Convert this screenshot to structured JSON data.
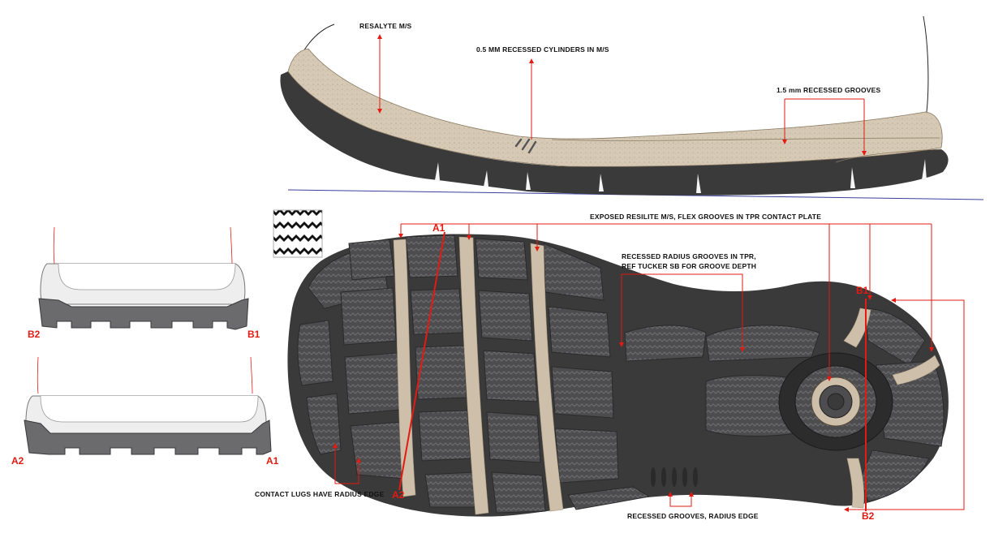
{
  "callouts": {
    "resalyte": "RESALYTE M/S",
    "cylinders": "0.5 MM RECESSED CYLINDERS IN M/S",
    "grooves_side": "1.5 mm RECESSED GROOVES",
    "exposed": "EXPOSED RESILITE M/S, FLEX GROOVES IN TPR CONTACT PLATE",
    "radius_grooves_1": "RECESSED RADIUS GROOVES IN TPR,",
    "radius_grooves_2": "REF TUCKER SB FOR GROOVE DEPTH",
    "contact_lugs": "CONTACT LUGS HAVE RADIUS EDGE",
    "recessed_grooves_edge": "RECESSED GROOVES, RADIUS EDGE"
  },
  "section_markers": {
    "a1_top": "A1",
    "a2_bottom": "A2",
    "b1_top": "B1",
    "b2_bottom": "B2",
    "b2_left": "B2",
    "b1_right": "B1",
    "a2_left": "A2",
    "a1_right": "A1"
  },
  "colors": {
    "rubber": "#4d4d4f",
    "rubber_dark": "#2f2f30",
    "midsole": "#cdbfa9",
    "accent": "#e31b12",
    "ground_line": "#3b3fa0"
  },
  "icons": {
    "pattern_swatch": "zigzag-tread-icon"
  }
}
